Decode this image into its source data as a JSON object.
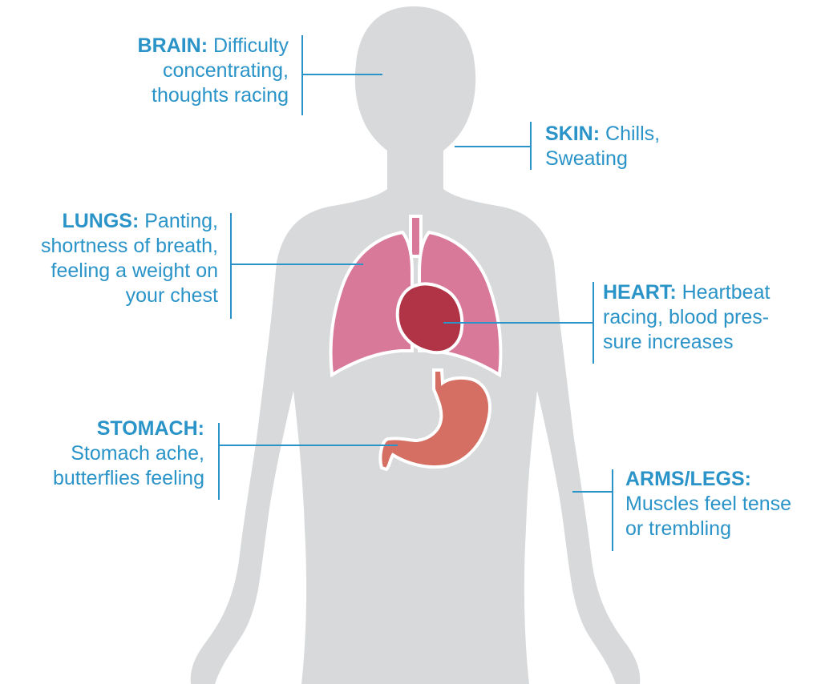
{
  "colors": {
    "silhouette": "#d7d9da",
    "lungs": "#d9799a",
    "heart": "#b03446",
    "stomach": "#d66f63",
    "organ_outline": "#ffffff",
    "text": "#2a93c8",
    "leader_line": "#2a93c8"
  },
  "callouts": {
    "brain": {
      "title": "BRAIN:",
      "text": [
        "Difficulty",
        "concentrating,",
        "thoughts racing"
      ]
    },
    "skin": {
      "title": "SKIN:",
      "text": [
        "Chills,",
        "Sweating"
      ]
    },
    "lungs": {
      "title": "LUNGS:",
      "text": [
        "Panting,",
        "shortness of breath,",
        "feeling a weight on",
        "your chest"
      ]
    },
    "heart": {
      "title": "HEART:",
      "text": [
        "Heartbeat",
        "racing, blood pres-",
        "sure increases"
      ]
    },
    "stomach": {
      "title": "STOMACH:",
      "text": [
        "Stomach ache,",
        "butterflies feeling"
      ]
    },
    "arms_legs": {
      "title": "ARMS/LEGS:",
      "text": [
        "Muscles feel tense",
        "or trembling"
      ]
    }
  }
}
